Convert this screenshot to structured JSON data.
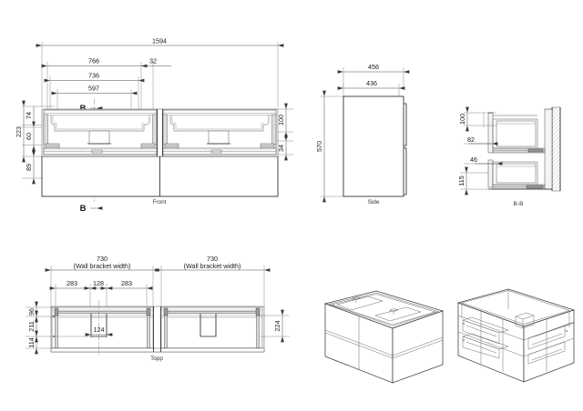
{
  "document": {
    "type": "technical-drawing",
    "background_color": "#ffffff",
    "line_color": "#2b2b2b"
  },
  "views": {
    "front": {
      "label": "Front",
      "section_marker": "B",
      "dimensions": {
        "overall_width": "1594",
        "bracket_outer": "766",
        "gap": "32",
        "drawer_width": "736",
        "inner_width": "597",
        "top_left_1": "74",
        "top_left_2": "223",
        "top_left_3": "60",
        "bottom_left": "89",
        "right_top": "100",
        "right_bottom": "34"
      }
    },
    "side": {
      "label": "Side",
      "dimensions": {
        "depth_outer": "456",
        "depth_inner": "436",
        "height": "570"
      }
    },
    "section_bb": {
      "label": "B-B",
      "dimensions": {
        "d1": "100",
        "d2": "82",
        "d3": "46",
        "d4": "115"
      }
    },
    "topp": {
      "label": "Topp",
      "dimensions": {
        "bracket_left": "730",
        "bracket_left_note": "(Wall bracket width)",
        "bracket_right": "730",
        "bracket_right_note": "(Wall bracket width)",
        "seg_left": "283",
        "seg_mid": "128",
        "seg_right": "283",
        "cutout": "124",
        "left_1": "96",
        "left_2": "211",
        "left_3": "114",
        "right_1": "224"
      }
    },
    "iso_closed": {
      "label": "",
      "description": "isometric-closed-cabinet"
    },
    "iso_open": {
      "label": "",
      "description": "isometric-frame-cabinet"
    }
  }
}
